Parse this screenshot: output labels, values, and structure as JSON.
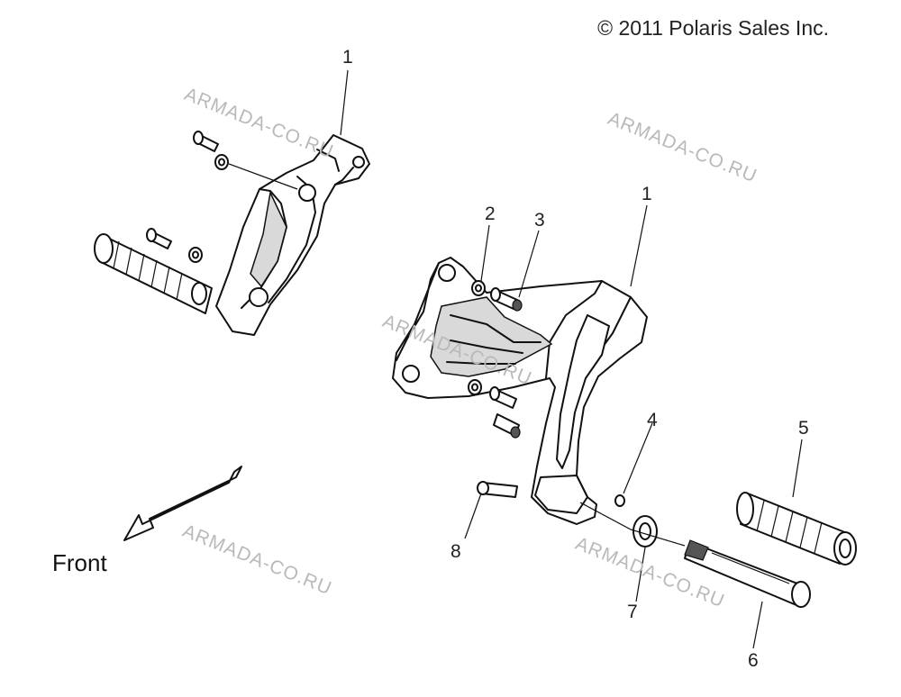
{
  "copyright": "© 2011 Polaris Sales Inc.",
  "direction_label": "Front",
  "watermark": "ARMADA-CO.RU",
  "callouts": [
    "1",
    "1",
    "2",
    "3",
    "4",
    "5",
    "6",
    "7",
    "8"
  ],
  "colors": {
    "line": "#111111",
    "watermark": "#b9b9b9",
    "background": "#ffffff"
  },
  "icons": [
    "front-arrow-icon"
  ]
}
